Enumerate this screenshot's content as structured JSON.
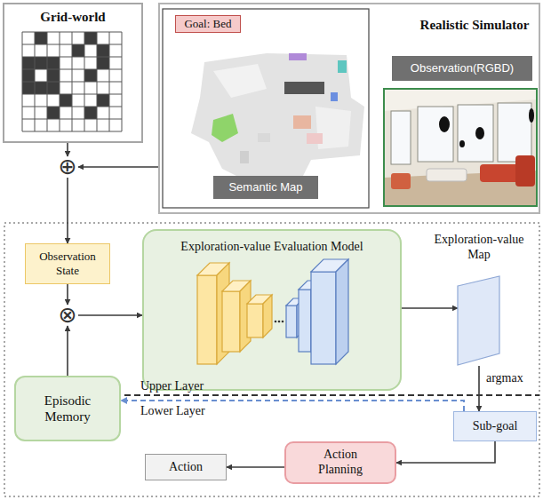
{
  "diagram": {
    "nodes": [
      {
        "text": [
          "Grid-world"
        ]
      },
      {
        "text": [
          "Realistic Simulator"
        ]
      },
      {
        "text": [
          "Goal: Bed"
        ],
        "in": 1
      },
      {
        "text": [
          "Semantic Map"
        ],
        "in": 1
      },
      {
        "text": [
          "Observation(RGBD)"
        ],
        "in": 1
      },
      {
        "text": [
          "⊕"
        ]
      },
      {
        "text": [
          "Observation State"
        ]
      },
      {
        "text": [
          "⊗"
        ]
      },
      {
        "text": [
          "Exploration-value Evaluation Model"
        ]
      },
      {
        "text": [
          "Exploration-value Map"
        ]
      },
      {
        "text": [
          "Episodic Memory"
        ]
      },
      {
        "text": [
          "Sub-goal"
        ]
      },
      {
        "text": [
          "Action Planning"
        ]
      },
      {
        "text": [
          "Action"
        ]
      }
    ],
    "edges": [
      {
        "from": 0,
        "to": 5,
        "arrow": "to"
      },
      {
        "from": 1,
        "to": 5,
        "arrow": "to"
      },
      {
        "from": 5,
        "to": 6,
        "arrow": "to"
      },
      {
        "from": 6,
        "to": 7,
        "arrow": "to"
      },
      {
        "from": 10,
        "to": 7,
        "arrow": "to"
      },
      {
        "from": 7,
        "to": 8,
        "arrow": "to"
      },
      {
        "from": 8,
        "to": 9,
        "arrow": "to"
      },
      {
        "from": 9,
        "to": 11,
        "label": "argmax",
        "arrow": "to"
      },
      {
        "from": 11,
        "to": 10,
        "arrow": "to"
      },
      {
        "from": 11,
        "to": 12,
        "arrow": "to"
      },
      {
        "from": 12,
        "to": 13,
        "arrow": "to"
      }
    ],
    "labels": [
      "Upper Layer",
      "Lower Layer"
    ]
  }
}
